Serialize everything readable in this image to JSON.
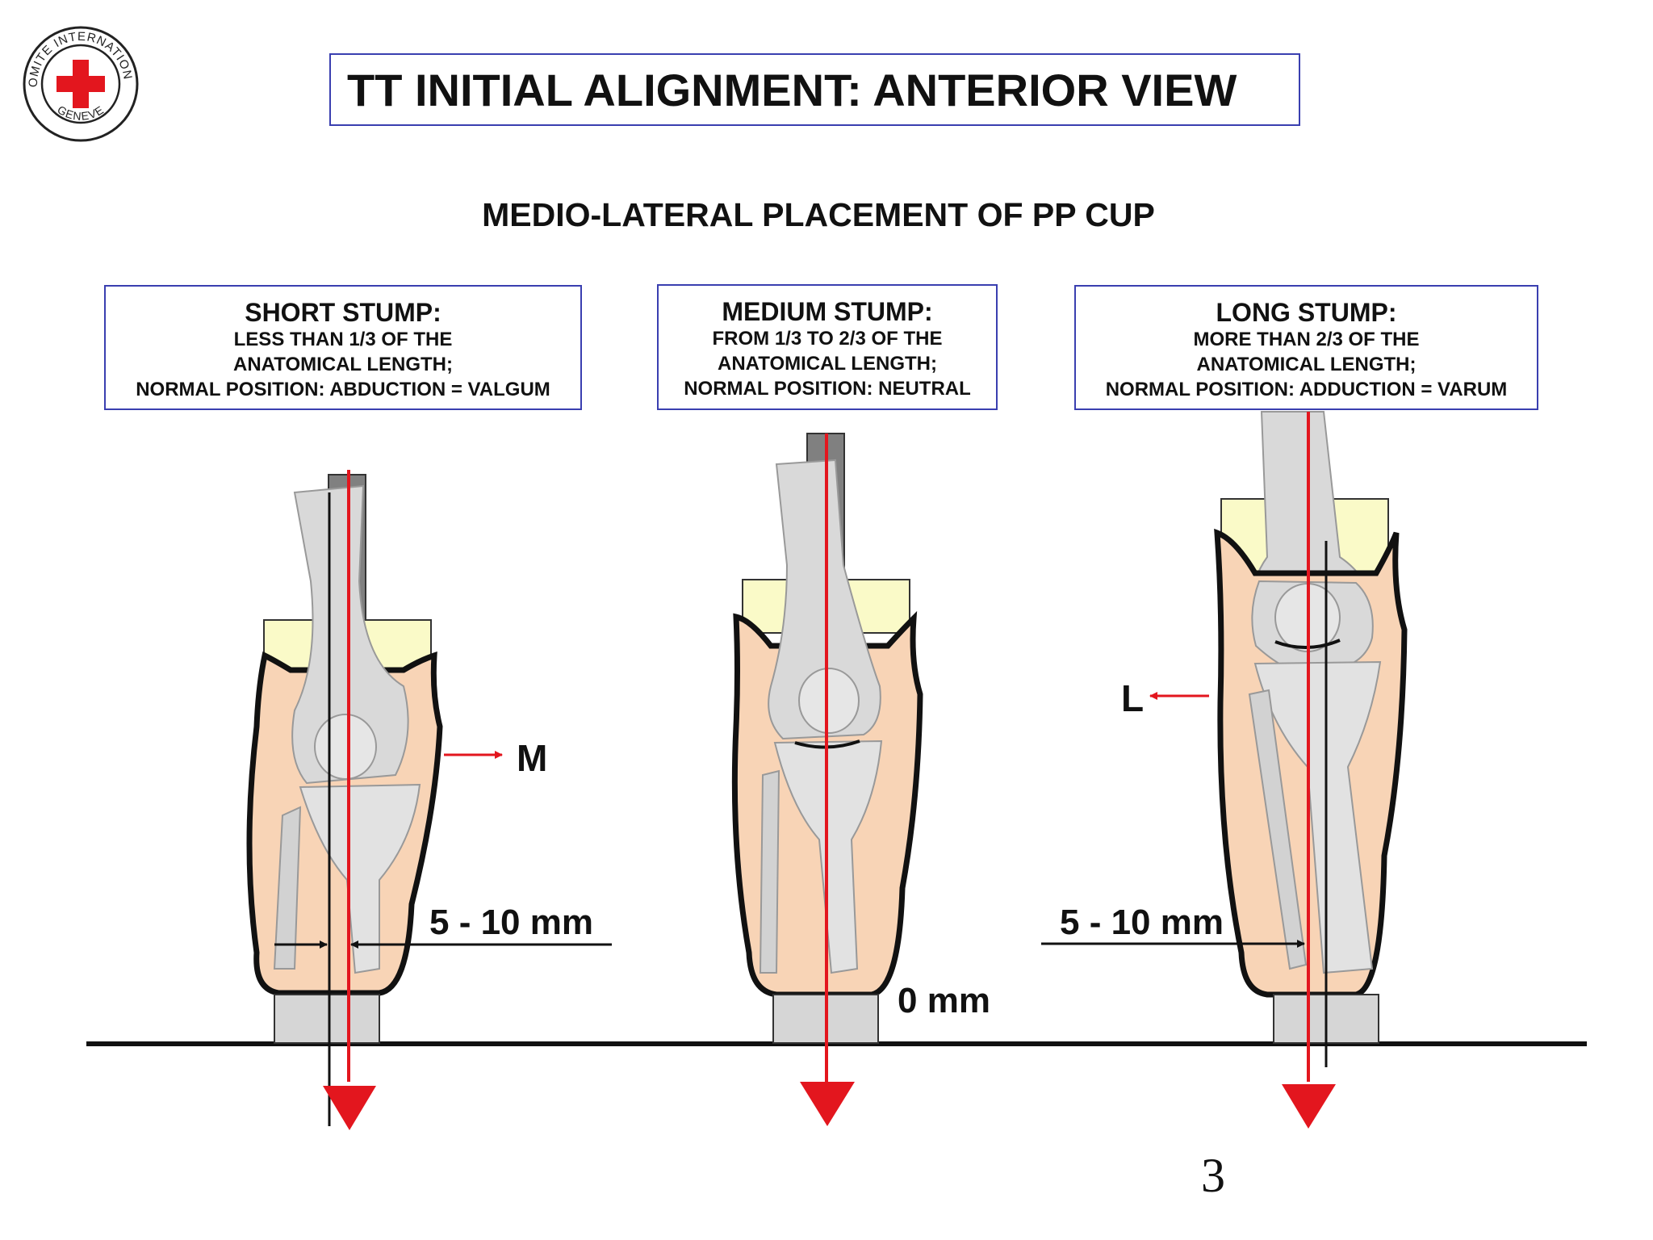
{
  "logo": {
    "text_top": "COMITE INTERNATIONAL",
    "text_bottom": "GENEVE",
    "icon": "red-cross-icon",
    "color": "#e3161e"
  },
  "title": "TT INITIAL ALIGNMENT:  ANTERIOR VIEW",
  "subtitle": "MEDIO-LATERAL PLACEMENT OF PP CUP",
  "panels": [
    {
      "heading": "SHORT STUMP:",
      "line1": "LESS THAN 1/3 OF THE",
      "line2": "ANATOMICAL LENGTH;",
      "line3": "NORMAL POSITION: ABDUCTION = VALGUM",
      "offset_label": "5 - 10 mm",
      "direction_label": "M"
    },
    {
      "heading": "MEDIUM STUMP:",
      "line1": "FROM 1/3 TO 2/3 OF THE",
      "line2": "ANATOMICAL LENGTH;",
      "line3": "NORMAL POSITION: NEUTRAL",
      "offset_label": "0 mm"
    },
    {
      "heading": "LONG STUMP:",
      "line1": "MORE THAN 2/3 OF THE",
      "line2": "ANATOMICAL LENGTH;",
      "line3": "NORMAL POSITION: ADDUCTION = VARUM",
      "offset_label": "5 - 10 mm",
      "direction_label": "L"
    }
  ],
  "page_number": "3",
  "colors": {
    "border": "#3a3fb0",
    "load_line": "#e3161e",
    "skin": "#f8d4b6",
    "cup": "#fafac8",
    "bone": "#d9d9d9",
    "base": "#d6d6d6"
  }
}
